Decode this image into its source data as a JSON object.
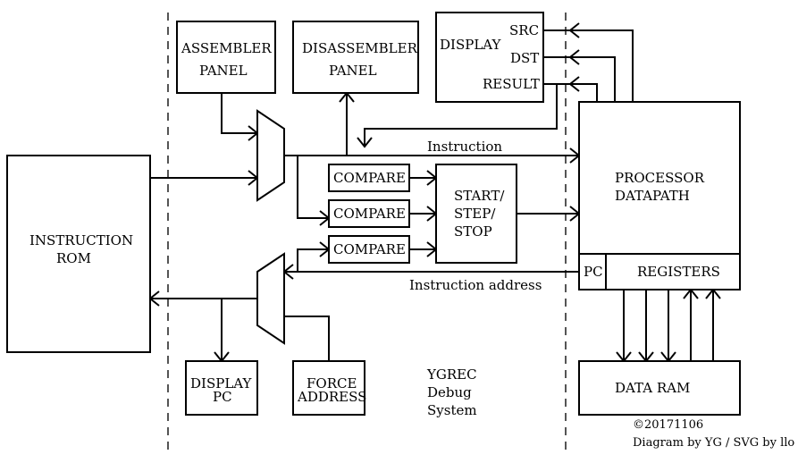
{
  "blocks": {
    "assembler_panel": [
      "ASSEMBLER",
      "PANEL"
    ],
    "disassembler_panel": [
      "DISASSEMBLER",
      "PANEL"
    ],
    "display": "DISPLAY",
    "display_ports": [
      "SRC",
      "DST",
      "RESULT"
    ],
    "instruction_rom": [
      "INSTRUCTION",
      "ROM"
    ],
    "compare": [
      "COMPARE",
      "COMPARE",
      "COMPARE"
    ],
    "start_step_stop": [
      "START/",
      "STEP/",
      "STOP"
    ],
    "processor_datapath": [
      "PROCESSOR",
      "DATAPATH"
    ],
    "pc": "PC",
    "registers": "REGISTERS",
    "display_pc": [
      "DISPLAY",
      "PC"
    ],
    "force_address": [
      "FORCE",
      "ADDRESS"
    ],
    "data_ram": "DATA RAM"
  },
  "labels": {
    "instruction": "Instruction",
    "instruction_address": "Instruction address",
    "system_name": [
      "YGREC",
      "Debug",
      "System"
    ],
    "copyright": "©20171106",
    "credit": "Diagram by YG / SVG by llo"
  }
}
